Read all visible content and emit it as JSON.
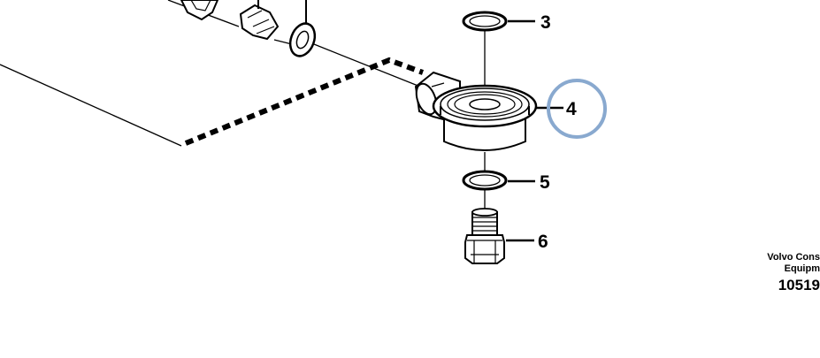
{
  "callouts": [
    {
      "label": "3"
    },
    {
      "label": "4"
    },
    {
      "label": "5"
    },
    {
      "label": "6"
    }
  ],
  "highlight": {
    "target": "4",
    "color": "#89a9cf"
  },
  "credit": {
    "line1": "Volvo Cons",
    "line2": "Equipm",
    "code": "10519"
  }
}
